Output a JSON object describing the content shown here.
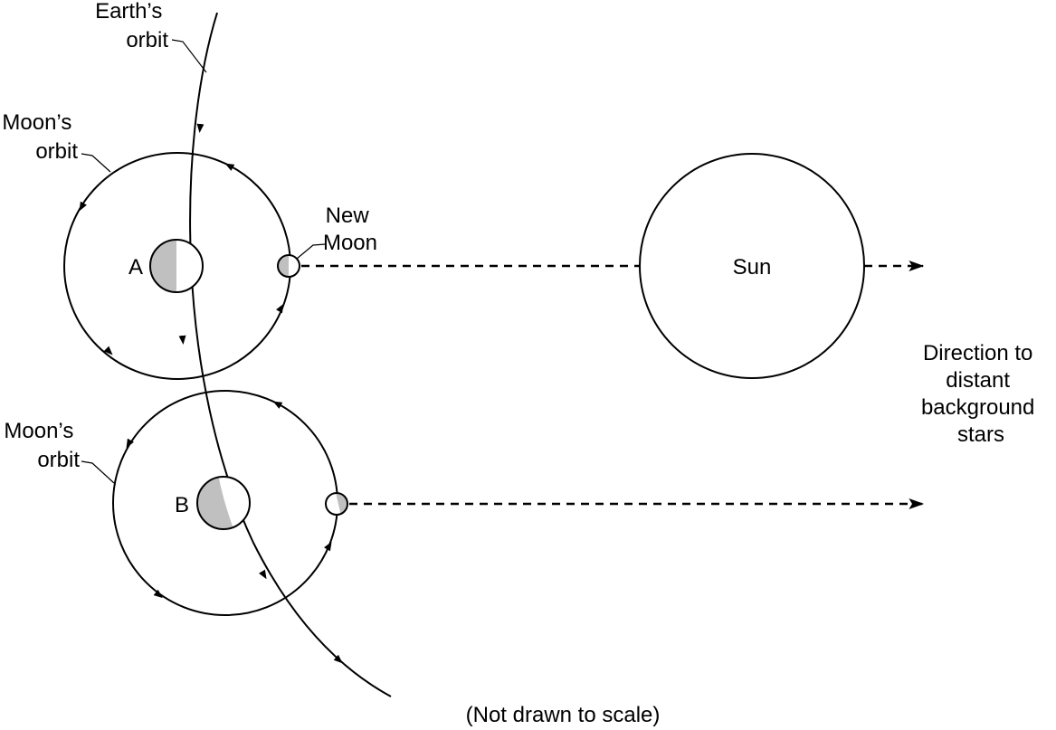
{
  "labels": {
    "earths_orbit_line1": "Earth’s",
    "earths_orbit_line2": "orbit",
    "moons_orbit_top_line1": "Moon’s",
    "moons_orbit_top_line2": "orbit",
    "moons_orbit_bottom_line1": "Moon’s",
    "moons_orbit_bottom_line2": "orbit",
    "position_a": "A",
    "position_b": "B",
    "new_moon_line1": "New",
    "new_moon_line2": "Moon",
    "sun": "Sun",
    "direction_line1": "Direction to",
    "direction_line2": "distant",
    "direction_line3": "background",
    "direction_line4": "stars",
    "footnote": "(Not drawn to scale)"
  },
  "colors": {
    "shaded": "#c0c0c0",
    "line": "#000000"
  }
}
